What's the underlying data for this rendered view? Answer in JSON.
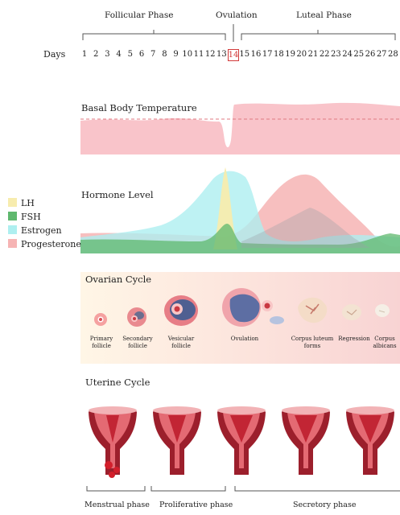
{
  "phases": {
    "follicular": "Follicular Phase",
    "ovulation": "Ovulation",
    "luteal": "Luteal Phase"
  },
  "days": {
    "label": "Days",
    "numbers": [
      "1",
      "2",
      "3",
      "4",
      "5",
      "6",
      "7",
      "8",
      "9",
      "10",
      "11",
      "12",
      "13",
      "14",
      "15",
      "16",
      "17",
      "18",
      "19",
      "20",
      "21",
      "22",
      "23",
      "24",
      "25",
      "26",
      "27",
      "28"
    ],
    "highlight": "14"
  },
  "basal": {
    "title": "Basal Body Temperature"
  },
  "hormone": {
    "title": "Hormone Level",
    "legend": [
      {
        "name": "LH",
        "color": "#f7ecae"
      },
      {
        "name": "FSH",
        "color": "#5fb86e"
      },
      {
        "name": "Estrogen",
        "color": "#aeeff0"
      },
      {
        "name": "Progesterone",
        "color": "#f6b4b4"
      }
    ]
  },
  "ovarian": {
    "title": "Ovarian Cycle",
    "stages": [
      "Primary\nfollicle",
      "Secondary\nfollicle",
      "Vesicular\nfollicle",
      "Ovulation",
      "Corpus luteum\nforms",
      "Regression",
      "Corpus\nalbicans"
    ]
  },
  "uterine": {
    "title": "Uterine Cycle",
    "phases": [
      "Menstrual phase",
      "Proliferative phase",
      "Secretory phase"
    ]
  },
  "colors": {
    "progesterone": "#f6b4b4",
    "estrogen": "#aeeff0",
    "fsh": "#5fb86e",
    "lh": "#f7ecae",
    "uterus": "#9c1f2c",
    "highlight": "#d23a3a"
  }
}
